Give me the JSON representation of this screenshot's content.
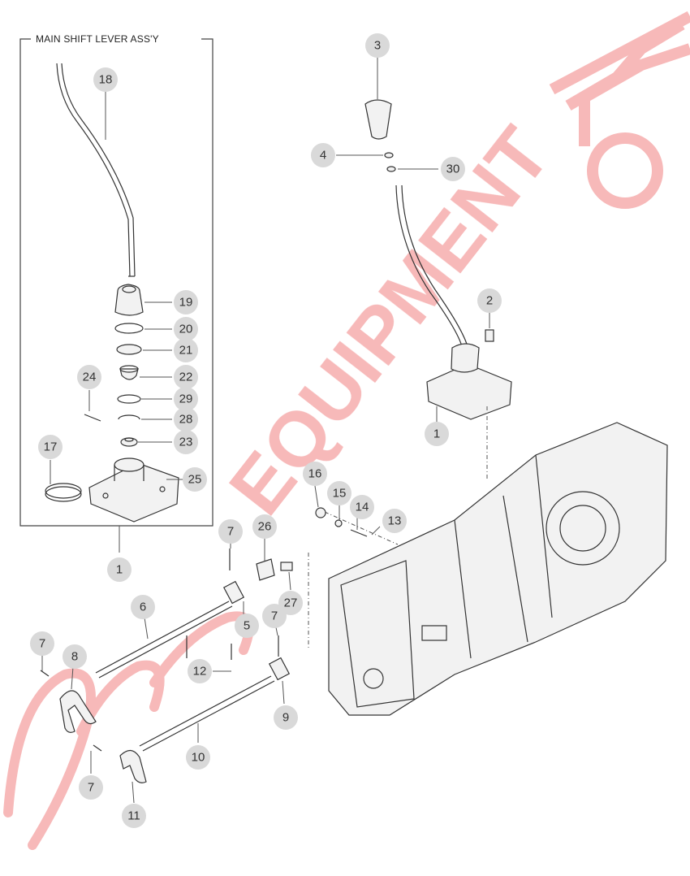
{
  "box": {
    "title": "MAIN SHIFT LEVER ASS'Y"
  },
  "watermark": {
    "text": "EQUIPMENT",
    "color": "#f5a0a0"
  },
  "callouts": [
    {
      "id": "c18",
      "label": "18"
    },
    {
      "id": "c19",
      "label": "19"
    },
    {
      "id": "c20",
      "label": "20"
    },
    {
      "id": "c21",
      "label": "21"
    },
    {
      "id": "c22",
      "label": "22"
    },
    {
      "id": "c29",
      "label": "29"
    },
    {
      "id": "c28",
      "label": "28"
    },
    {
      "id": "c23",
      "label": "23"
    },
    {
      "id": "c24",
      "label": "24"
    },
    {
      "id": "c17",
      "label": "17"
    },
    {
      "id": "c25",
      "label": "25"
    },
    {
      "id": "c1a",
      "label": "1"
    },
    {
      "id": "c3",
      "label": "3"
    },
    {
      "id": "c4",
      "label": "4"
    },
    {
      "id": "c30",
      "label": "30"
    },
    {
      "id": "c2",
      "label": "2"
    },
    {
      "id": "c1b",
      "label": "1"
    },
    {
      "id": "c16",
      "label": "16"
    },
    {
      "id": "c15",
      "label": "15"
    },
    {
      "id": "c14",
      "label": "14"
    },
    {
      "id": "c13",
      "label": "13"
    },
    {
      "id": "c26",
      "label": "26"
    },
    {
      "id": "c7a",
      "label": "7"
    },
    {
      "id": "c27",
      "label": "27"
    },
    {
      "id": "c5",
      "label": "5"
    },
    {
      "id": "c6",
      "label": "6"
    },
    {
      "id": "c7b",
      "label": "7"
    },
    {
      "id": "c12",
      "label": "12"
    },
    {
      "id": "c7c",
      "label": "7"
    },
    {
      "id": "c8",
      "label": "8"
    },
    {
      "id": "c9",
      "label": "9"
    },
    {
      "id": "c10",
      "label": "10"
    },
    {
      "id": "c7d",
      "label": "7"
    },
    {
      "id": "c11",
      "label": "11"
    }
  ]
}
